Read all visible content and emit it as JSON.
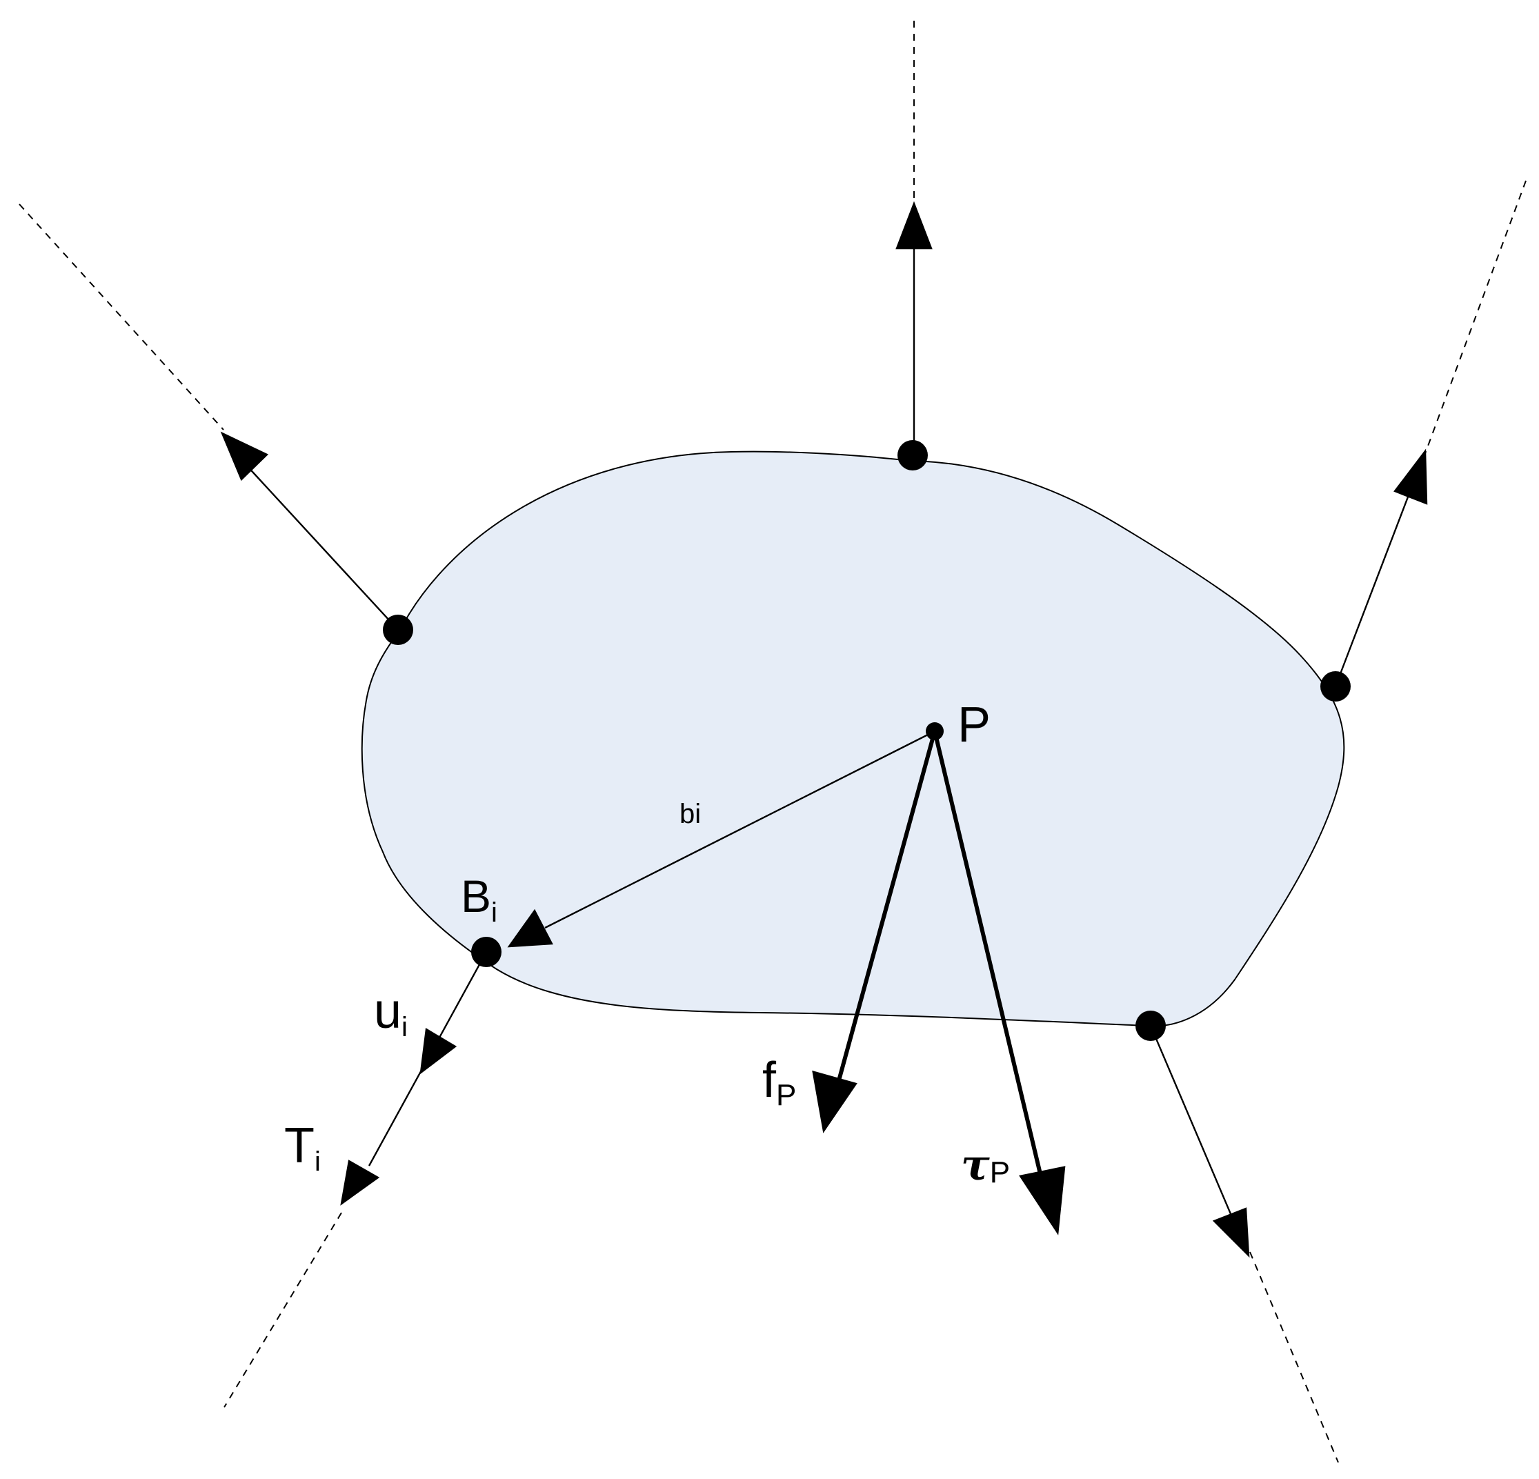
{
  "colors": {
    "body_fill": "#e6edf7",
    "stroke": "#000000",
    "background": "#ffffff"
  },
  "labels": {
    "platform_point": "P",
    "body_vector": "bi",
    "attachment_point": "B",
    "attachment_sub": "i",
    "unit_vector": "u",
    "unit_sub": "i",
    "tension": "T",
    "tension_sub": "i",
    "force": "f",
    "force_sub": "P",
    "torque": "τ",
    "torque_sub": "P"
  }
}
